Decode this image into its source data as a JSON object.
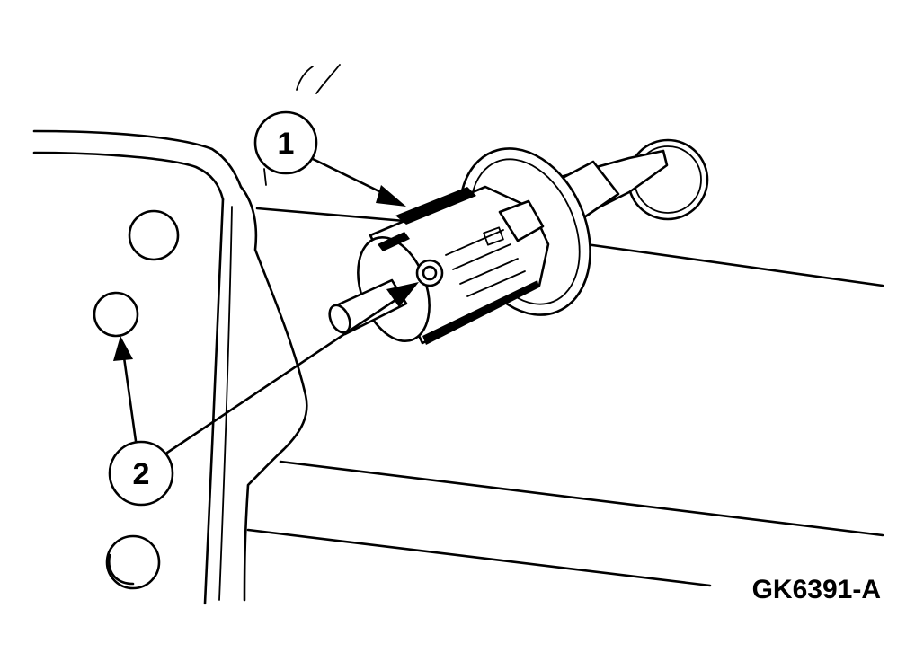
{
  "callouts": [
    {
      "label": "1"
    },
    {
      "label": "2"
    }
  ],
  "figure_id": "GK6391-A",
  "colors": {
    "ink": "#000000",
    "paper": "#ffffff"
  }
}
